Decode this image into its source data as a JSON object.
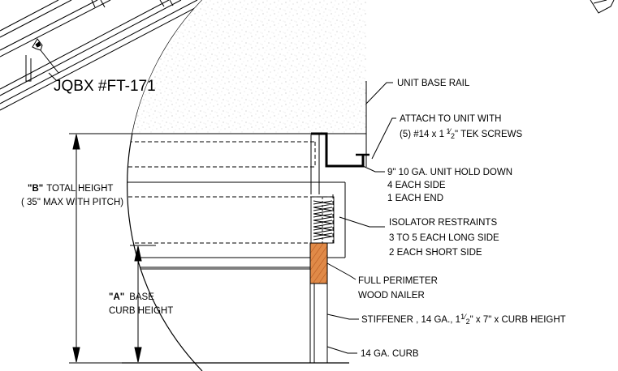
{
  "part_number": "JQBX #FT-171",
  "callouts": {
    "unit_base_rail": "UNIT BASE RAIL",
    "attach_line1": "ATTACH TO UNIT WITH",
    "attach_line2_a": "(5) #14 x 1",
    "attach_line2_b": "\" TEK SCREWS",
    "hold_down_1": "9\" 10 GA. UNIT HOLD DOWN",
    "hold_down_2": "4 EACH SIDE",
    "hold_down_3": "1 EACH END",
    "isolator_1": "ISOLATOR RESTRAINTS",
    "isolator_2": "3 TO 5 EACH LONG SIDE",
    "isolator_3": "2 EACH SHORT SIDE",
    "nailer_1": "FULL PERIMETER",
    "nailer_2": "WOOD NAILER",
    "stiffener_a": "STIFFENER , 14 GA., 1",
    "stiffener_b": "\" x 7\" x CURB HEIGHT",
    "curb": "14 GA. CURB"
  },
  "dimensions": {
    "b_key": "\"B\"",
    "b_text": "TOTAL HEIGHT",
    "b_note": "( 35\" MAX WITH PITCH)",
    "a_key": "\"A\"",
    "a_text": "BASE",
    "a_text2": "CURB HEIGHT"
  },
  "colors": {
    "line": "#000000",
    "wood": "#d97a3a",
    "concrete": "#b8b8b8"
  }
}
